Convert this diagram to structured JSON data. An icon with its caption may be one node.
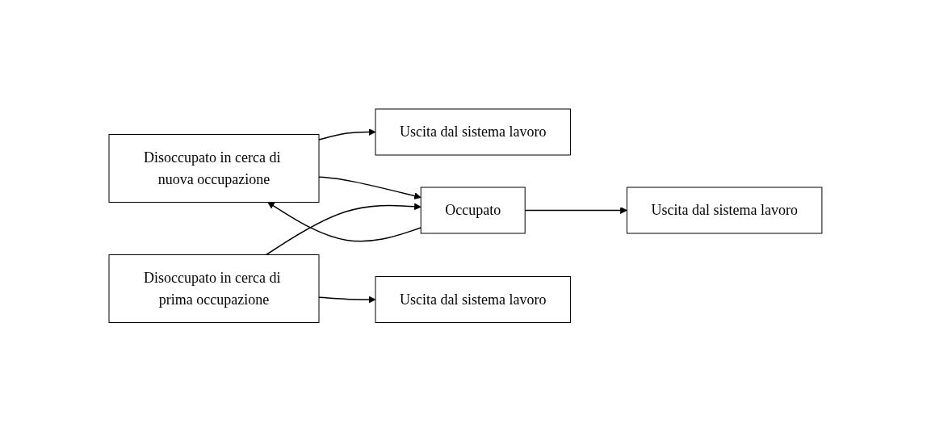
{
  "diagram": {
    "nodes": [
      {
        "text": [
          "Uscita dal sistema lavoro"
        ]
      },
      {
        "text": [
          "Disoccupato in cerca di nuova occupazione"
        ]
      },
      {
        "text": [
          "Uscita dal sistema lavoro"
        ]
      },
      {
        "text": [
          "Occupato"
        ]
      },
      {
        "text": [
          "Disoccupato in cerca di prima occupazione"
        ]
      },
      {
        "text": [
          "Uscita dal sistema lavoro"
        ]
      }
    ],
    "edges": [
      {
        "from": 3,
        "to": 1,
        "arrow": "to"
      },
      {
        "from": 1,
        "to": 3,
        "arrow": "to"
      },
      {
        "from": 3,
        "to": 0,
        "arrow": "to"
      },
      {
        "from": 1,
        "to": 2,
        "arrow": "to"
      },
      {
        "from": 4,
        "to": 3,
        "arrow": "to"
      },
      {
        "from": 4,
        "to": 5,
        "arrow": "to"
      }
    ]
  }
}
